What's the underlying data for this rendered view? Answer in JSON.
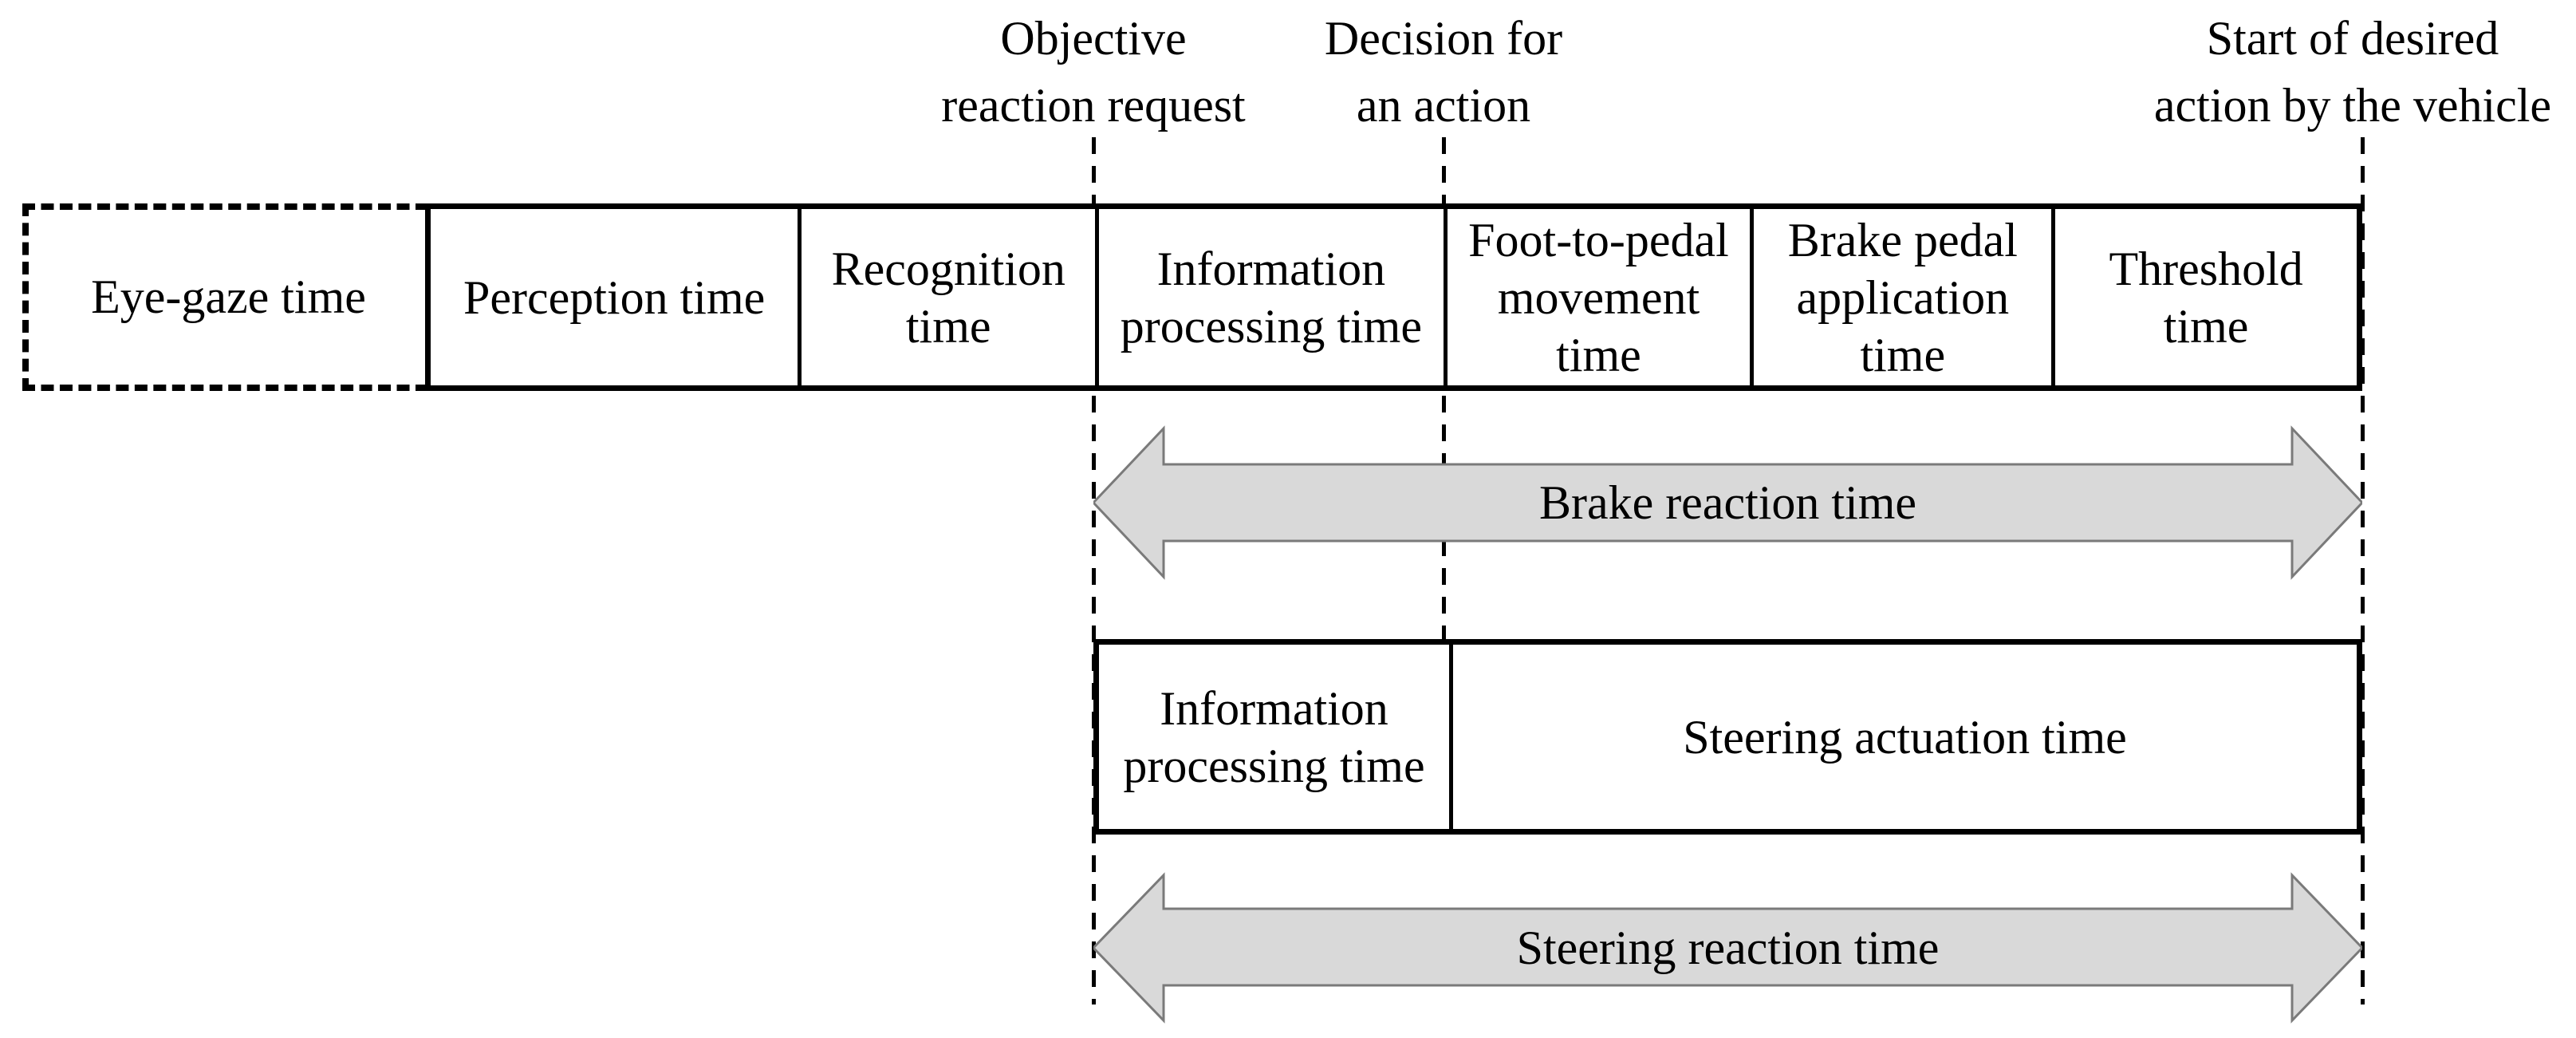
{
  "markers": {
    "objective": {
      "line1": "Objective",
      "line2": "reaction request"
    },
    "decision": {
      "line1": "Decision for",
      "line2": "an action"
    },
    "vehicle_start": {
      "line1": "Start of desired",
      "line2": "action by the vehicle"
    }
  },
  "timeline_row": {
    "eye_gaze": "Eye-gaze time",
    "cells": [
      "Perception time",
      "Recognition time",
      "Information processing time",
      "Foot-to-pedal movement time",
      "Brake pedal application time",
      "Threshold time"
    ]
  },
  "brake_arrow": {
    "label": "Brake reaction time"
  },
  "steering_row": {
    "cells": [
      "Information processing time",
      "Steering actuation time"
    ]
  },
  "steering_arrow": {
    "label": "Steering reaction time"
  },
  "colors": {
    "arrow_fill": "#d9d9d9",
    "arrow_stroke": "#7a7a7a",
    "line_color": "#000000"
  }
}
